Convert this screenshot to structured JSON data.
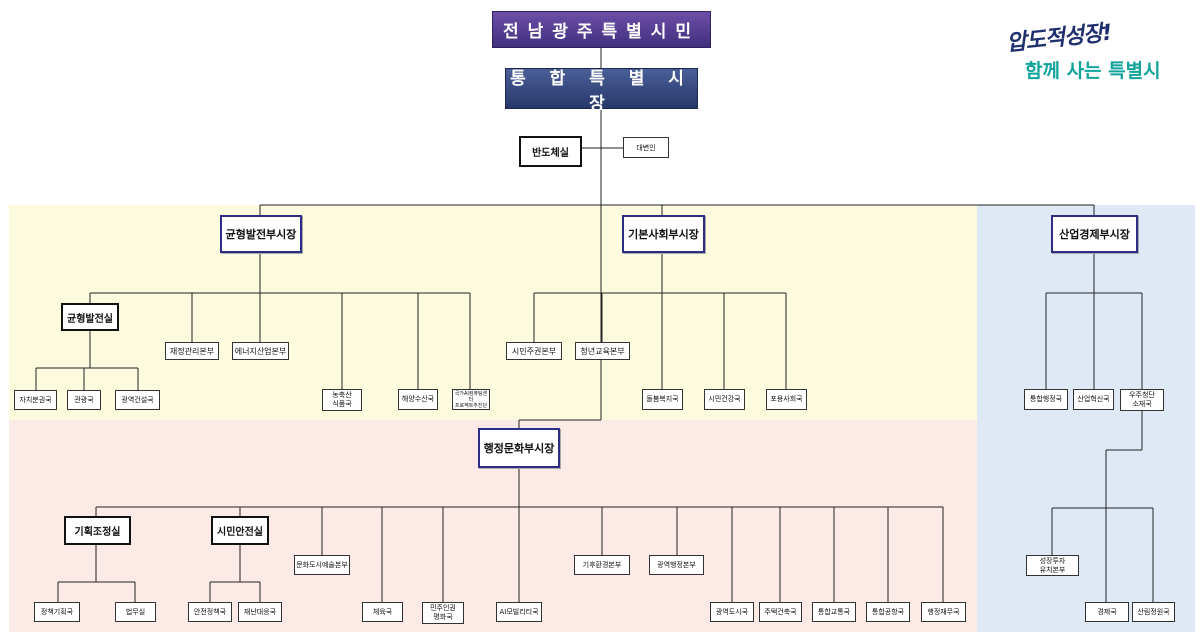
{
  "slogan": {
    "line1": "압도적성장!",
    "line2": "함께 사는 특별시"
  },
  "top": {
    "citizens": "전남광주특별시민",
    "mayor": "통 합 특 별 시 장"
  },
  "mayor_office": {
    "bandoche": "반도체실",
    "spokesperson": "대변인"
  },
  "vice_mayors": {
    "balanced": "균형발전부시장",
    "social": "기본사회부시장",
    "industry": "산업경제부시장",
    "admin_culture": "행정문화부시장"
  },
  "offices": {
    "balanced_dev": "균형발전실",
    "planning": "기획조정실",
    "citizen_safety": "시민안전실"
  },
  "balanced_branch": {
    "hqs": [
      "재정관리본부",
      "에너지산업본부"
    ],
    "under_office": [
      "자치분권국",
      "관광국",
      "광역건설국"
    ],
    "bureaus": [
      "농축산\n식품국",
      "해양수산국",
      "국가AI컴퓨팅센터\n프로젝트추진단"
    ]
  },
  "social_branch": {
    "hqs": [
      "시민주권본부",
      "청년교육본부"
    ],
    "bureaus": [
      "돌봄복지국",
      "시민건강국",
      "포용사회국"
    ]
  },
  "industry_branch": {
    "bureaus": [
      "통합행정국",
      "산업혁신국",
      "우주청단\n소재국"
    ],
    "invest_hq": "성장투자\n유치본부",
    "lower": [
      "경제국",
      "산림정원국"
    ]
  },
  "admin_branch": {
    "planning_children": [
      "정책기획국",
      "법무실"
    ],
    "safety_children": [
      "안전정책국",
      "재난대응국"
    ],
    "hqs": [
      "문화도시예술본부",
      "기후환경본부",
      "광역행정본부"
    ],
    "bureaus": [
      "체육국",
      "민주인권\n평화국",
      "AI모빌리티국",
      "광역도시국",
      "주택건축국",
      "통합교통국",
      "통합공항국",
      "행정재무국"
    ]
  },
  "colors": {
    "yellow_zone": "#fdfbdd",
    "pink_zone": "#fbeae6",
    "blue_zone": "#dfe9f5",
    "slogan_teal": "#12a39a",
    "slogan_navy": "#1f2f6e"
  }
}
